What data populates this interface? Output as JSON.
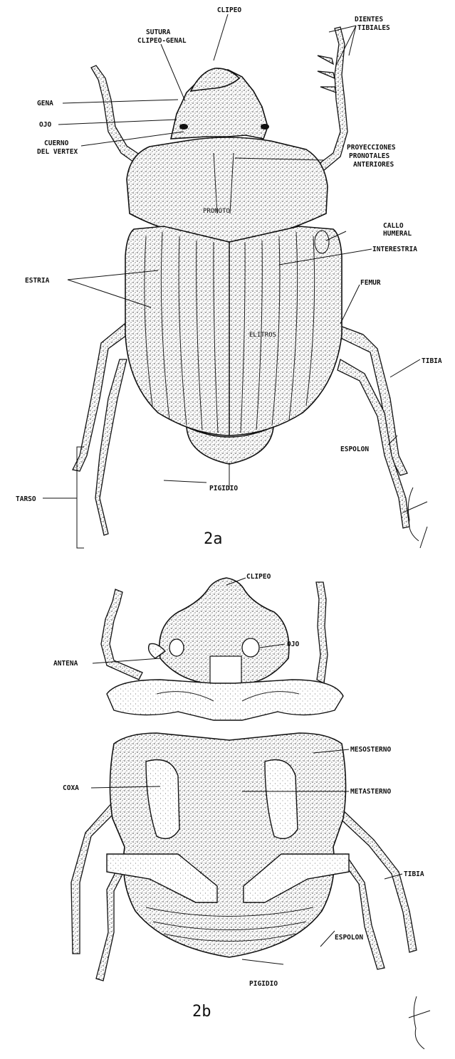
{
  "figure_a": {
    "caption": "2a",
    "labels": {
      "clipeo": "CLIPEO",
      "sutura_line1": "SUTURA",
      "sutura_line2": "CLIPEO-GENAL",
      "dientes_line1": "DIENTES",
      "dientes_line2": "TIBIALES",
      "gena": "GENA",
      "ojo": "OJO",
      "cuerno_line1": "CUERNO",
      "cuerno_line2": "DEL VERTEX",
      "proyecciones_line1": "PROYECCIONES",
      "proyecciones_line2": "PRONOTALES",
      "proyecciones_line3": "ANTERIORES",
      "pronoto": "PRONOTO",
      "callo_line1": "CALLO",
      "callo_line2": "HUMERAL",
      "interestria": "INTERESTRIA",
      "estria": "ESTRIA",
      "femur": "FEMUR",
      "elitros": "ELITROS",
      "tibia": "TIBIA",
      "espolon": "ESPOLON",
      "pigidio": "PIGIDIO",
      "tarso": "TARSO"
    }
  },
  "figure_b": {
    "caption": "2b",
    "labels": {
      "clipeo": "CLIPEO",
      "ojo": "OJO",
      "antena": "ANTENA",
      "mesosterno": "MESOSTERNO",
      "coxa": "COXA",
      "metasterno": "METASTERNO",
      "tibia": "TIBIA",
      "espolon": "ESPOLON",
      "pigidio": "PIGIDIO"
    }
  }
}
